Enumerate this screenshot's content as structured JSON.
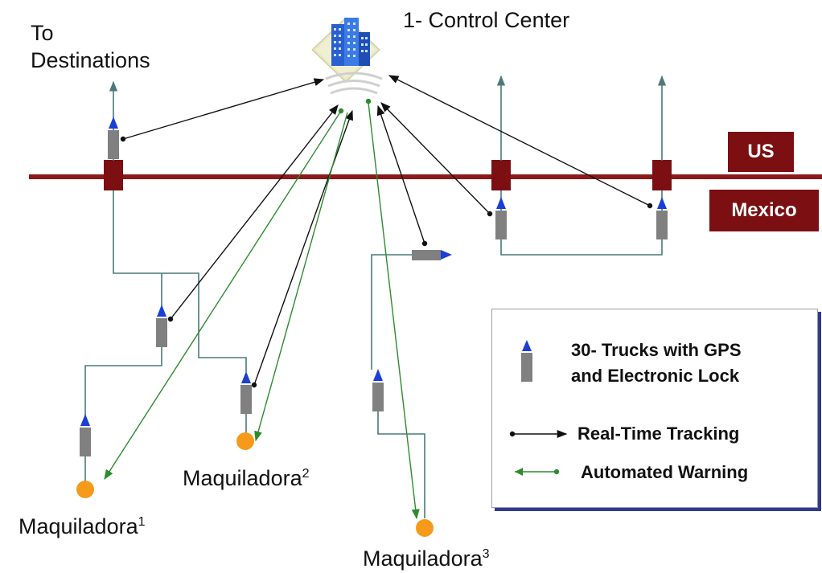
{
  "control_center": {
    "label": "1- Control Center"
  },
  "to_destinations": {
    "line1": "To",
    "line2": "Destinations"
  },
  "countries": {
    "us": "US",
    "mexico": "Mexico"
  },
  "maquiladoras": [
    {
      "name": "Maquiladora",
      "sup": "1"
    },
    {
      "name": "Maquiladora",
      "sup": "2"
    },
    {
      "name": "Maquiladora",
      "sup": "3"
    }
  ],
  "legend": {
    "trucks_line1": "30- Trucks with GPS",
    "trucks_line2": "and Electronic Lock",
    "tracking": "Real-Time Tracking",
    "warning": "Automated Warning"
  },
  "colors": {
    "border": "#8b1a1a",
    "route": "#4a7a7a",
    "tracking_arrow": "#111111",
    "warning_arrow": "#2e8b2e",
    "truck_body": "#808080",
    "gps_marker": "#1a3fd6",
    "maquiladora": "#f59a1a"
  }
}
